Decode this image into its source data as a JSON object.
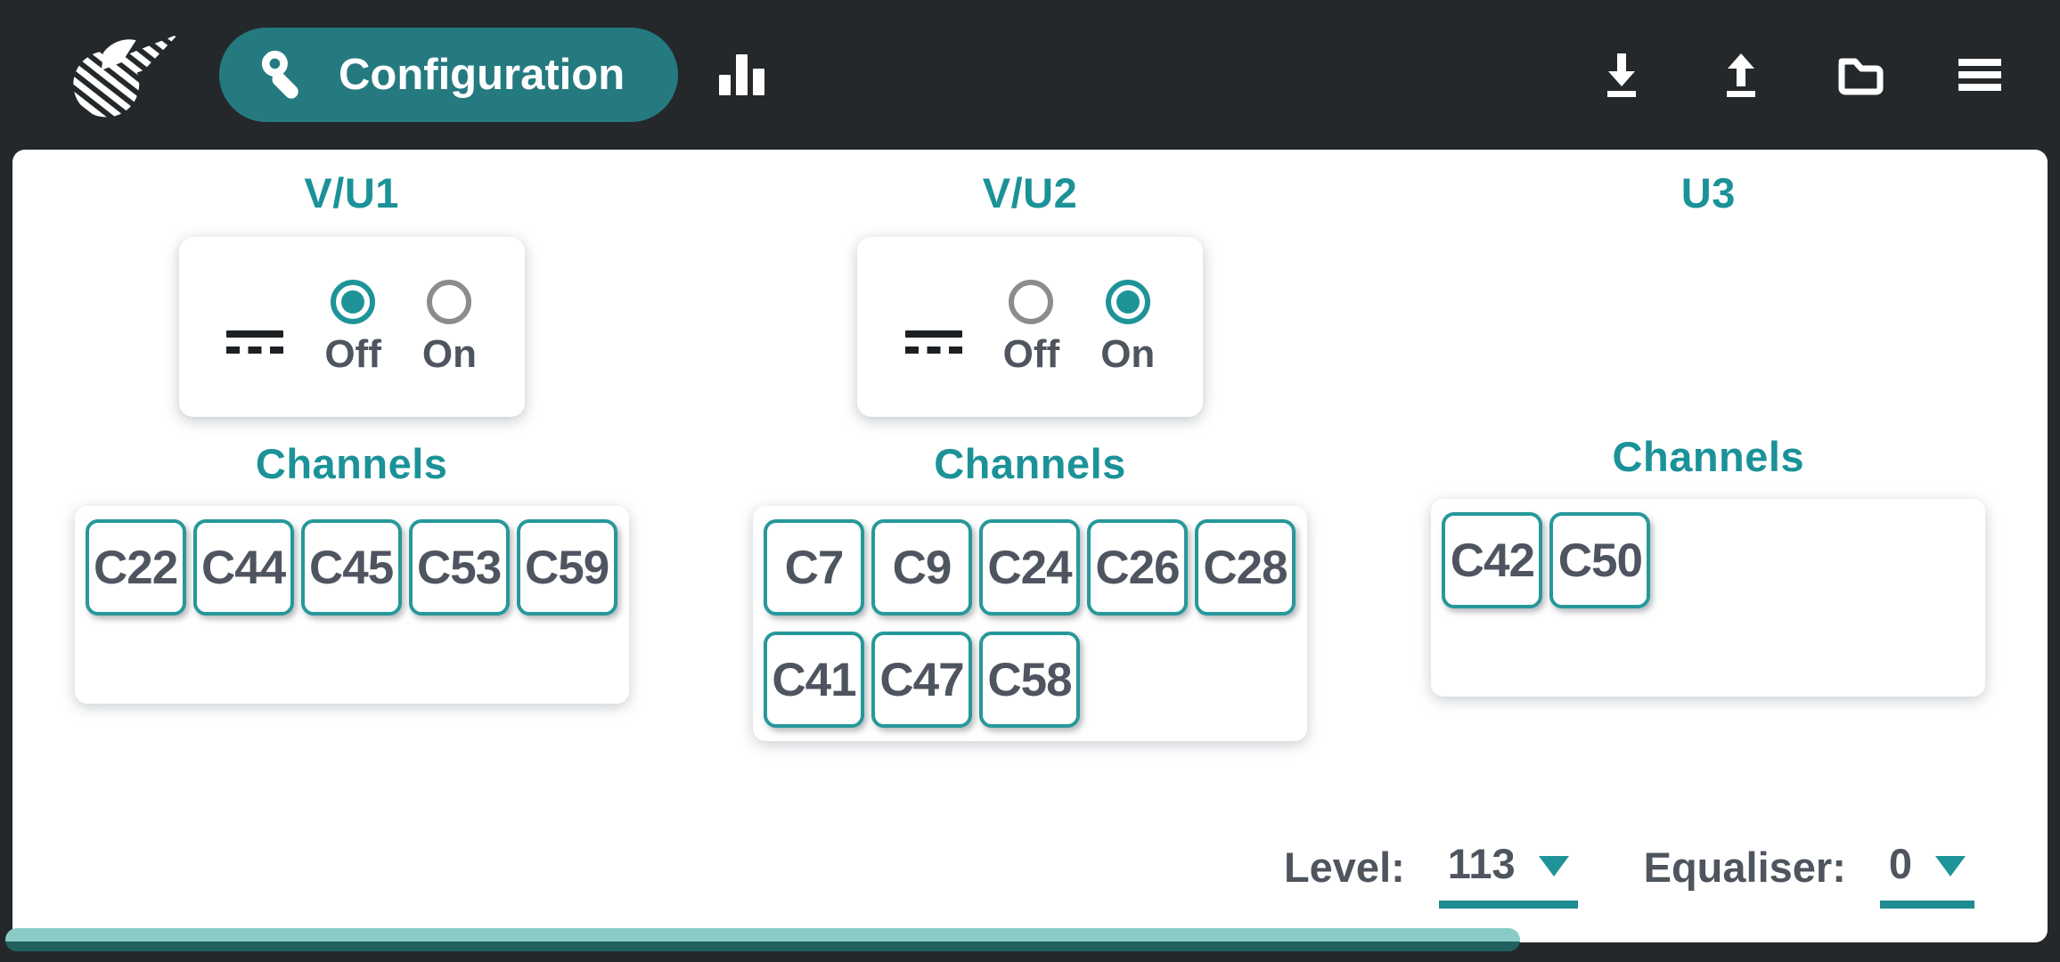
{
  "header": {
    "configuration_label": "Configuration",
    "icons": {
      "brand": "brand-logo",
      "nav_button_icon": "wrench-icon",
      "statistics": "bar-chart-icon",
      "download": "download-icon",
      "upload": "upload-icon",
      "open_file": "folder-icon",
      "menu": "hamburger-menu-icon"
    }
  },
  "columns": [
    {
      "title": "V/U1",
      "power": {
        "icon": "dc-power-icon",
        "off_label": "Off",
        "on_label": "On",
        "selected": "Off"
      },
      "channels_title": "Channels",
      "channels": [
        "C22",
        "C44",
        "C45",
        "C53",
        "C59"
      ]
    },
    {
      "title": "V/U2",
      "power": {
        "icon": "dc-power-icon",
        "off_label": "Off",
        "on_label": "On",
        "selected": "On"
      },
      "channels_title": "Channels",
      "channels": [
        "C7",
        "C9",
        "C24",
        "C26",
        "C28",
        "C41",
        "C47",
        "C58"
      ]
    },
    {
      "title": "U3",
      "power": null,
      "channels_title": "Channels",
      "channels": [
        "C42",
        "C50"
      ]
    }
  ],
  "controls": {
    "level_label": "Level:",
    "level_value": "113",
    "equaliser_label": "Equaliser:",
    "equaliser_value": "0"
  },
  "colors": {
    "header_bg": "#24282b",
    "accent_teal": "#1e9499",
    "pill_teal": "#257a80",
    "text_dark": "#4e555f",
    "scrollbar_light": "#8accc5",
    "scrollbar_dark": "#20615f"
  }
}
